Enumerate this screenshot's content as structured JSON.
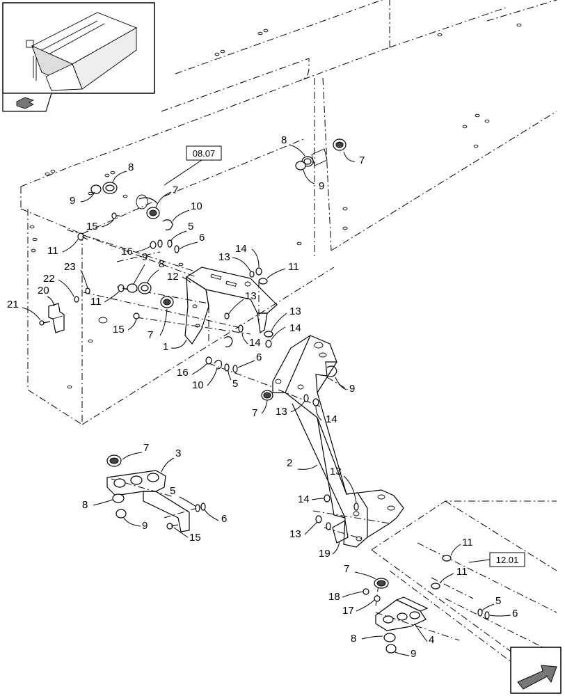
{
  "reference_boxes": [
    "08.07",
    "12.01"
  ],
  "callouts": [
    {
      "id": "c8a",
      "label": "8"
    },
    {
      "id": "c7a",
      "label": "7"
    },
    {
      "id": "c9a",
      "label": "9"
    },
    {
      "id": "c9b",
      "label": "9"
    },
    {
      "id": "c8b",
      "label": "8"
    },
    {
      "id": "c7b",
      "label": "7"
    },
    {
      "id": "c10a",
      "label": "10"
    },
    {
      "id": "c15a",
      "label": "15"
    },
    {
      "id": "c5a",
      "label": "5"
    },
    {
      "id": "c6a",
      "label": "6"
    },
    {
      "id": "c11a",
      "label": "11"
    },
    {
      "id": "c16a",
      "label": "16"
    },
    {
      "id": "c13a",
      "label": "13"
    },
    {
      "id": "c14a",
      "label": "14"
    },
    {
      "id": "c23",
      "label": "23"
    },
    {
      "id": "c9c",
      "label": "9"
    },
    {
      "id": "c8c",
      "label": "8"
    },
    {
      "id": "c11b",
      "label": "11"
    },
    {
      "id": "c22",
      "label": "22"
    },
    {
      "id": "c12",
      "label": "12"
    },
    {
      "id": "c13b",
      "label": "13"
    },
    {
      "id": "c20",
      "label": "20"
    },
    {
      "id": "c21",
      "label": "21"
    },
    {
      "id": "c11c",
      "label": "11"
    },
    {
      "id": "c13c",
      "label": "13"
    },
    {
      "id": "c15b",
      "label": "15"
    },
    {
      "id": "c7c",
      "label": "7"
    },
    {
      "id": "c14b",
      "label": "14"
    },
    {
      "id": "c14c",
      "label": "14"
    },
    {
      "id": "c1",
      "label": "1"
    },
    {
      "id": "c6b",
      "label": "6"
    },
    {
      "id": "c16b",
      "label": "16"
    },
    {
      "id": "c10b",
      "label": "10"
    },
    {
      "id": "c5b",
      "label": "5"
    },
    {
      "id": "c9d",
      "label": "9"
    },
    {
      "id": "c7d",
      "label": "7"
    },
    {
      "id": "c13d",
      "label": "13"
    },
    {
      "id": "c14d",
      "label": "14"
    },
    {
      "id": "c7e",
      "label": "7"
    },
    {
      "id": "c3",
      "label": "3"
    },
    {
      "id": "c2",
      "label": "2"
    },
    {
      "id": "c5c",
      "label": "5"
    },
    {
      "id": "c8d",
      "label": "8"
    },
    {
      "id": "c6c",
      "label": "6"
    },
    {
      "id": "c9e",
      "label": "9"
    },
    {
      "id": "c15c",
      "label": "15"
    },
    {
      "id": "c13e",
      "label": "13"
    },
    {
      "id": "c14e",
      "label": "14"
    },
    {
      "id": "c13f",
      "label": "13"
    },
    {
      "id": "c19",
      "label": "19"
    },
    {
      "id": "c11d",
      "label": "11"
    },
    {
      "id": "c7f",
      "label": "7"
    },
    {
      "id": "c11e",
      "label": "11"
    },
    {
      "id": "c18",
      "label": "18"
    },
    {
      "id": "c17",
      "label": "17"
    },
    {
      "id": "c5d",
      "label": "5"
    },
    {
      "id": "c6d",
      "label": "6"
    },
    {
      "id": "c4",
      "label": "4"
    },
    {
      "id": "c8e",
      "label": "8"
    },
    {
      "id": "c9f",
      "label": "9"
    }
  ],
  "icons": {
    "thumbnail": "machine-overview-thumbnail",
    "back_nav": "previous-page-arrow-icon",
    "next_nav": "next-page-arrow-icon"
  }
}
